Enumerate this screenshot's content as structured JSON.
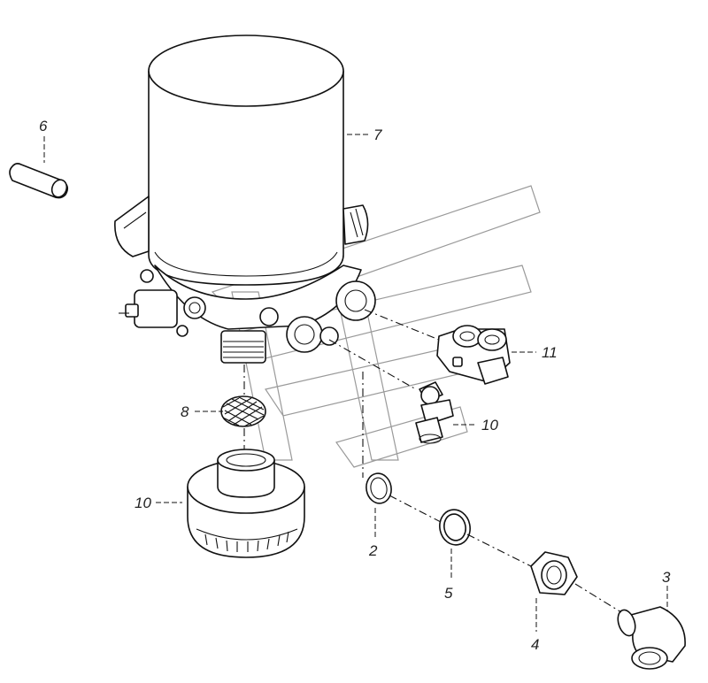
{
  "callouts": {
    "c6": "6",
    "c7": "7",
    "c8": "8",
    "c10a": "10",
    "c10b": "10",
    "c11": "11",
    "c2": "2",
    "c5": "5",
    "c4": "4",
    "c3": "3"
  },
  "colors": {
    "line": "#111111",
    "watermark": "#9a9a9a",
    "background": "#ffffff"
  }
}
